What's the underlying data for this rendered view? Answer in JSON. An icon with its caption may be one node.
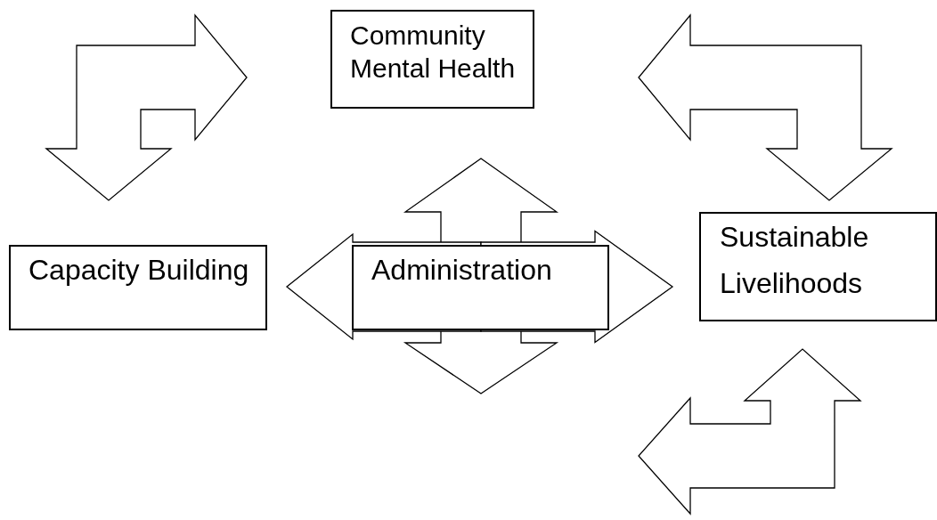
{
  "diagram": {
    "nodes": [
      {
        "text": [
          "Community Mental Health"
        ]
      },
      {
        "text": [
          "Capacity Building"
        ]
      },
      {
        "text": [
          "Administration"
        ]
      },
      {
        "text": [
          "Sustainable Livelihoods"
        ]
      }
    ],
    "edges": [
      {
        "from": 1,
        "to": 0,
        "arrow": "both"
      },
      {
        "from": 0,
        "to": 3,
        "arrow": "both"
      },
      {
        "from": null,
        "to": 3,
        "arrow": "both"
      },
      {
        "from": 2,
        "to": 0,
        "arrow": "to"
      },
      {
        "from": 2,
        "to": null,
        "arrow": "to"
      },
      {
        "from": 2,
        "to": 1,
        "arrow": "to"
      },
      {
        "from": 2,
        "to": 3,
        "arrow": "to"
      }
    ]
  }
}
